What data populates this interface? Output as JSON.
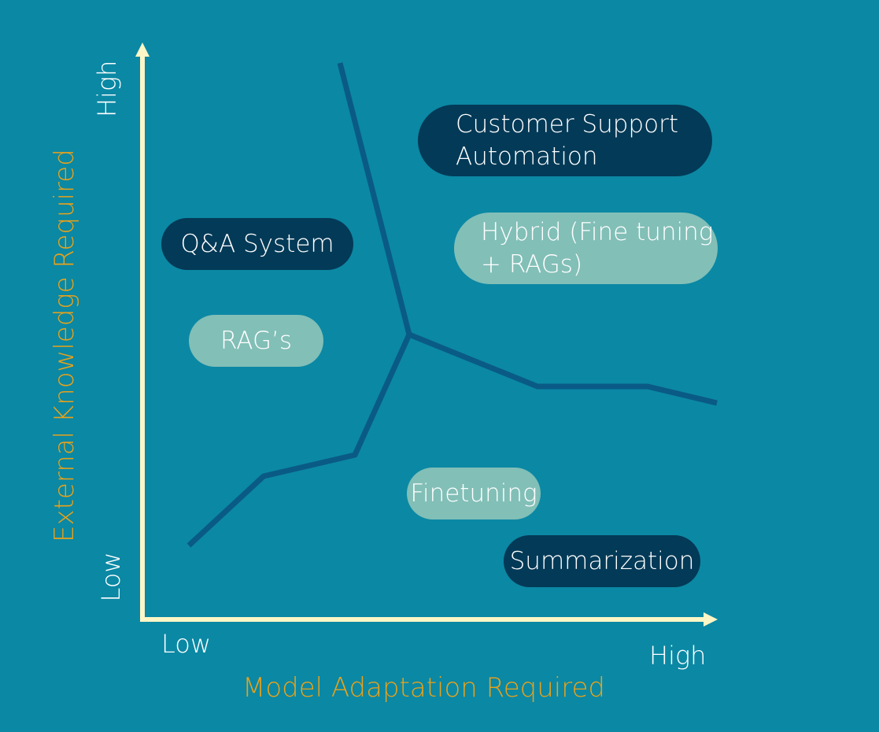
{
  "diagram": {
    "x_axis": {
      "title": "Model Adaptation Required",
      "low_label": "Low",
      "high_label": "High"
    },
    "y_axis": {
      "title": "External Knowledge Required",
      "low_label": "Low",
      "high_label": "High"
    },
    "regions": [
      {
        "id": "customer-support",
        "label": "Customer Support\nAutomation",
        "style": "dark"
      },
      {
        "id": "qa-system",
        "label": "Q&A System",
        "style": "dark"
      },
      {
        "id": "hybrid",
        "label": "Hybrid (Fine tuning\n+ RAGs)",
        "style": "light"
      },
      {
        "id": "rags",
        "label": "RAG’s",
        "style": "light"
      },
      {
        "id": "finetuning",
        "label": "Finetuning",
        "style": "light"
      },
      {
        "id": "summarization",
        "label": "Summarization",
        "style": "dark"
      }
    ],
    "colors": {
      "background": "#0b88a4",
      "axis": "#fdf6c6",
      "boundary_line": "#0a5a86",
      "pill_dark": "#033a57",
      "pill_light": "#82bfb7",
      "axis_title": "#e8a21a",
      "text": "#ffffff"
    }
  }
}
